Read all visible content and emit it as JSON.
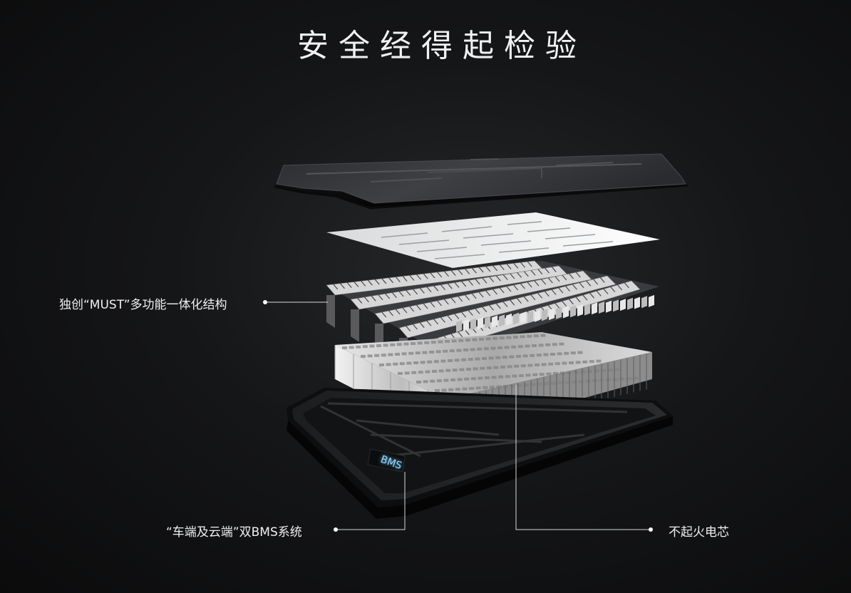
{
  "title": "安全经得起检验",
  "callouts": {
    "must": "独创“MUST”多功能一体化结构",
    "bms": "“车端及云端”双BMS系统",
    "cell": "不起火电芯"
  },
  "bms_label": "BMS",
  "colors": {
    "background": "#131416",
    "text": "#f0f0f0",
    "leader_line": "#d8d8d8",
    "bms_glow": "#8fd8ff"
  }
}
